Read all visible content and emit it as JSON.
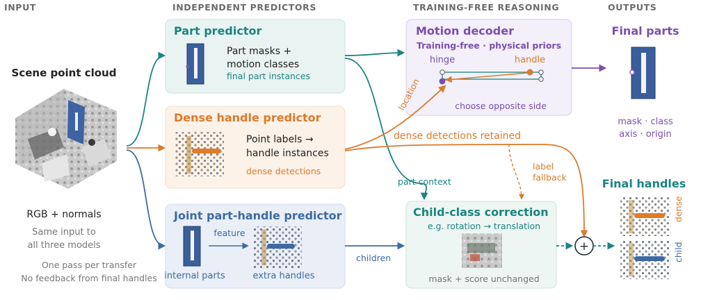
{
  "headers": {
    "input": "INPUT",
    "independent": "INDEPENDENT PREDICTORS",
    "reasoning": "TRAINING-FREE REASONING",
    "outputs": "OUTPUTS"
  },
  "input": {
    "title": "Scene point cloud",
    "modality": "RGB + normals",
    "note_line1": "Same input to",
    "note_line2": "all three models",
    "pass_line1": "One pass per transfer",
    "pass_line2": "No feedback from final handles"
  },
  "part_predictor": {
    "title": "Part predictor",
    "desc_line1": "Part masks +",
    "desc_line2": "motion classes",
    "sub": "final part instances"
  },
  "handle_predictor": {
    "title": "Dense handle predictor",
    "desc_line1": "Point labels →",
    "desc_line2": "handle instances",
    "sub": "dense detections"
  },
  "joint_predictor": {
    "title": "Joint part-handle predictor",
    "feature_label": "feature",
    "internal_label": "internal parts",
    "extra_label": "extra handles"
  },
  "motion_decoder": {
    "title": "Motion decoder",
    "subtitle": "Training-free · physical priors",
    "hinge_label": "hinge",
    "handle_label": "handle",
    "footer": "choose opposite side"
  },
  "child_correction": {
    "title": "Child-class correction",
    "example": "e.g. rotation → translation",
    "footer": "mask + score unchanged"
  },
  "edge_labels": {
    "location": "location",
    "dense_retained": "dense detections retained",
    "label_fallback_line1": "label",
    "label_fallback_line2": "fallback",
    "part_context": "part context",
    "children": "children"
  },
  "outputs": {
    "final_parts_title": "Final parts",
    "final_parts_line1": "mask · class",
    "final_parts_line2": "axis · origin",
    "final_handles_title": "Final handles",
    "dense_tag": "dense",
    "child_tag": "child",
    "merge_symbol": "+"
  },
  "colors": {
    "teal": "#1a8580",
    "orange": "#dd7a2a",
    "blue": "#3d6aa5",
    "purple": "#7a4fb0",
    "header_gray": "#6b6b6b"
  }
}
